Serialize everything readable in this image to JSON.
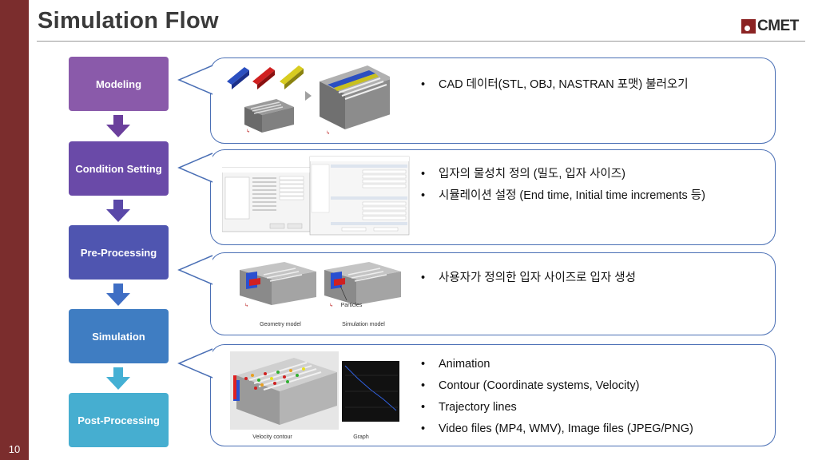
{
  "slide": {
    "title": "Simulation Flow",
    "page_number": "10",
    "logo_text": "CMET"
  },
  "steps": [
    {
      "label": "Modeling",
      "color": "#8a5aaa"
    },
    {
      "label": "Condition Setting",
      "color": "#6a4aa8"
    },
    {
      "label": "Pre-Processing",
      "color": "#4f55b0"
    },
    {
      "label": "Simulation",
      "color": "#3f7dc2"
    },
    {
      "label": "Post-Processing",
      "color": "#46aed0"
    }
  ],
  "arrow_colors": [
    "#6b3f9c",
    "#5a48a8",
    "#3f6ec4",
    "#44b0d4"
  ],
  "panels": [
    {
      "bullets": [
        "CAD 데이터(STL, OBJ, NASTRAN 포맷) 불러오기"
      ]
    },
    {
      "bullets": [
        "입자의 물성치 정의 (밀도, 입자 사이즈)",
        "시뮬레이션 설정 (End time, Initial time increments 등)"
      ]
    },
    {
      "bullets": [
        "사용자가 정의한 입자 사이즈로 입자 생성"
      ],
      "captions": {
        "geometry": "Geometry model",
        "simulation": "Simulation model",
        "particles": "Particles"
      }
    },
    {
      "bullets": [
        "Animation",
        "Contour (Coordinate systems, Velocity)",
        "Trajectory lines",
        "Video files (MP4, WMV), Image files (JPEG/PNG)"
      ],
      "captions": {
        "velocity": "Velocity contour",
        "graph": "Graph"
      }
    }
  ]
}
